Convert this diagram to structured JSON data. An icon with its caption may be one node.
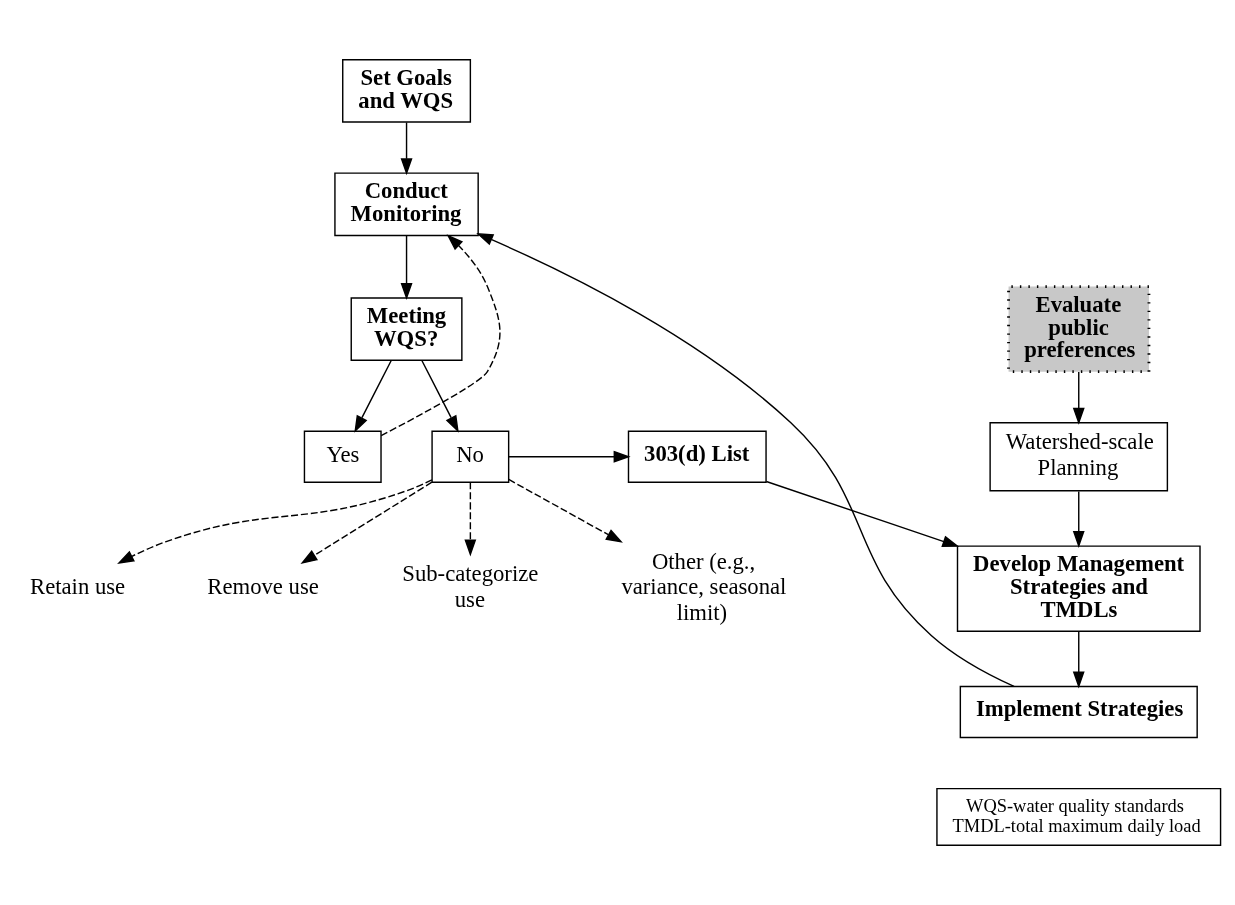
{
  "diagram": {
    "nodes": [
      {
        "text": [
          "Set Goals and WQS"
        ]
      },
      {
        "text": [
          "Conduct Monitoring"
        ]
      },
      {
        "text": [
          "Meeting WQS?"
        ]
      },
      {
        "text": [
          "Yes"
        ]
      },
      {
        "text": [
          "No"
        ]
      },
      {
        "text": [
          "Retain use"
        ]
      },
      {
        "text": [
          "Remove use"
        ]
      },
      {
        "text": [
          "Sub-categorize use"
        ]
      },
      {
        "text": [
          "Other (e.g., variance, seasonal limit)"
        ]
      },
      {
        "text": [
          "303(d) List"
        ]
      },
      {
        "text": [
          "Evaluate public preferences"
        ]
      },
      {
        "text": [
          "Watershed-scale Planning"
        ]
      },
      {
        "text": [
          "Develop Management Strategies and TMDLs"
        ]
      },
      {
        "text": [
          "Implement Strategies"
        ]
      },
      {
        "text": [
          "WQS-water quality standards",
          "TMDL-total maximum daily load"
        ]
      }
    ],
    "edges": [
      {
        "from": 0,
        "to": 1,
        "arrow": "to"
      },
      {
        "from": 1,
        "to": 2,
        "arrow": "to"
      },
      {
        "from": 2,
        "to": 3,
        "arrow": "to"
      },
      {
        "from": 2,
        "to": 4,
        "arrow": "to"
      },
      {
        "from": 3,
        "to": 1,
        "arrow": "to",
        "style": "dashed"
      },
      {
        "from": 4,
        "to": 5,
        "arrow": "to",
        "style": "dashed"
      },
      {
        "from": 4,
        "to": 6,
        "arrow": "to",
        "style": "dashed"
      },
      {
        "from": 4,
        "to": 7,
        "arrow": "to",
        "style": "dashed"
      },
      {
        "from": 4,
        "to": 8,
        "arrow": "to",
        "style": "dashed"
      },
      {
        "from": 4,
        "to": 9,
        "arrow": "to"
      },
      {
        "from": 9,
        "to": 12,
        "arrow": "to"
      },
      {
        "from": 10,
        "to": 11,
        "arrow": "to"
      },
      {
        "from": 11,
        "to": 12,
        "arrow": "to"
      },
      {
        "from": 12,
        "to": 13,
        "arrow": "to"
      },
      {
        "from": 13,
        "to": 1,
        "arrow": "to"
      }
    ]
  }
}
